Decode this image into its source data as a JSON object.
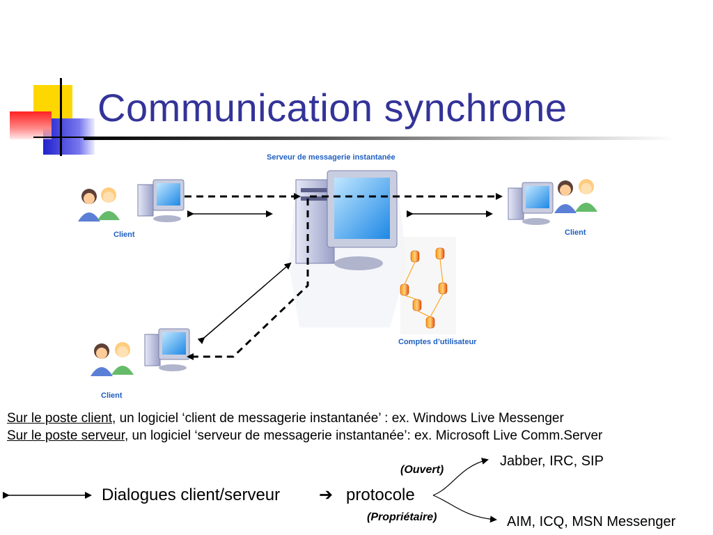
{
  "title": "Communication synchrone",
  "diagram": {
    "server_label": "Serveur de messagerie instantanée",
    "client_label": "Client",
    "accounts_label": "Comptes d’utilisateur"
  },
  "lines": {
    "client_prefix": "Sur le poste client",
    "client_text": ", un logiciel ‘client de messagerie instantanée’ : ex. Windows Live Messenger",
    "server_prefix": "Sur le poste serveur",
    "server_text": ", un logiciel ‘serveur de messagerie instantanée’: ex. Microsoft Live Comm.Server"
  },
  "protocol": {
    "dialogues": "Dialogues client/serveur",
    "protocole": "protocole",
    "open_label": "(Ouvert)",
    "proprietary_label": "(Propriétaire)",
    "open_examples": "Jabber, IRC, SIP",
    "proprietary_examples": "AIM, ICQ, MSN Messenger"
  },
  "colors": {
    "title": "#333399",
    "label_blue": "#1f5fbf",
    "deco_yellow": "#ffd700",
    "deco_blue": "#3333cc",
    "deco_red": "#ff3333"
  },
  "icons": [
    "users-icon",
    "computer-icon",
    "server-icon",
    "database-icon",
    "right-arrow-icon"
  ]
}
